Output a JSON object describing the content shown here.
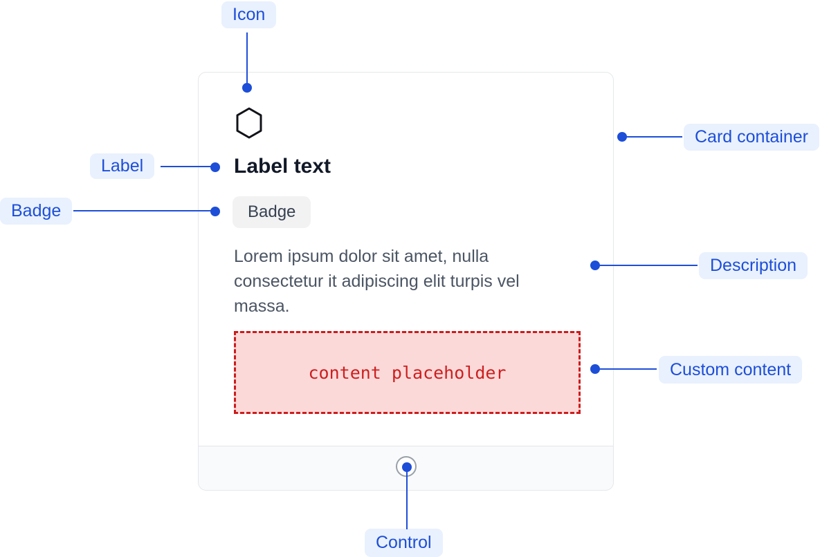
{
  "annotations": {
    "icon": "Icon",
    "label": "Label",
    "badge": "Badge",
    "card_container": "Card container",
    "description": "Description",
    "custom_content": "Custom content",
    "control": "Control"
  },
  "card": {
    "icon": "hexagon-icon",
    "label_text": "Label text",
    "badge_text": "Badge",
    "description": "Lorem ipsum dolor sit amet, nulla\nconsectetur it adipiscing elit turpis vel\nmassa.",
    "custom_content_placeholder": "content placeholder"
  },
  "colors": {
    "annotation_blue": "#1d4ed8",
    "annotation_pill_bg": "#e9f1fe",
    "card_border": "#e5e7eb",
    "footer_bg": "#f9fafb",
    "badge_bg": "#f2f2f3",
    "badge_text": "#374151",
    "label_text": "#111827",
    "description_text": "#4b5563",
    "placeholder_bg": "#fcd9d9",
    "placeholder_red": "#cc1c1c",
    "control_ring": "#98a0a9"
  }
}
